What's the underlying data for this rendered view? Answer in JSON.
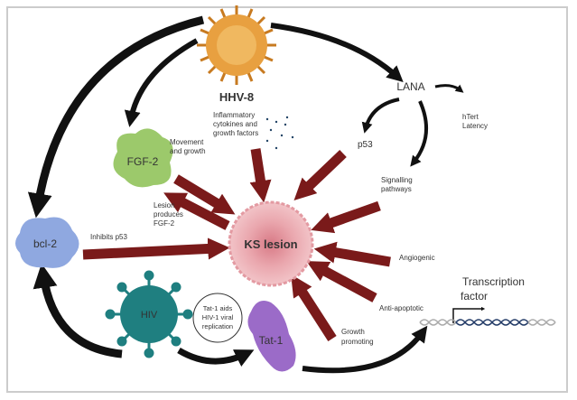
{
  "nodes": {
    "hhv8": "HHV-8",
    "cytokines": [
      "Inflammatory",
      "cytokines and",
      "growth factors"
    ],
    "lana": "LANA",
    "htert": [
      "hTert",
      "Latency"
    ],
    "p53": "p53",
    "signalling": [
      "Signalling",
      "pathways"
    ],
    "fgf2": "FGF-2",
    "movement": [
      "Movement",
      "and growth"
    ],
    "lesion_produces": [
      "Lesion",
      "produces",
      "FGF-2"
    ],
    "bcl2": "bcl-2",
    "inhibits": "Inhibits p53",
    "ks": "KS lesion",
    "angiogenic": "Angiogenic",
    "antiapoptotic": "Anti-apoptotic",
    "growth": [
      "Growth",
      "promoting"
    ],
    "hiv": "HIV",
    "tat_aids": [
      "Tat-1 aids",
      "HIV-1 viral",
      "replication"
    ],
    "tat1": "Tat-1",
    "transcription": [
      "Transcription",
      "factor"
    ]
  },
  "colors": {
    "effect_arrow": "#7a1a1a",
    "hhv8": "#e8a040",
    "fgf2": "#9cc96b",
    "bcl2": "#8fa8e0",
    "ks": "#e8a0a8",
    "hiv": "#1f7f80",
    "tat1": "#9b6bc8"
  }
}
